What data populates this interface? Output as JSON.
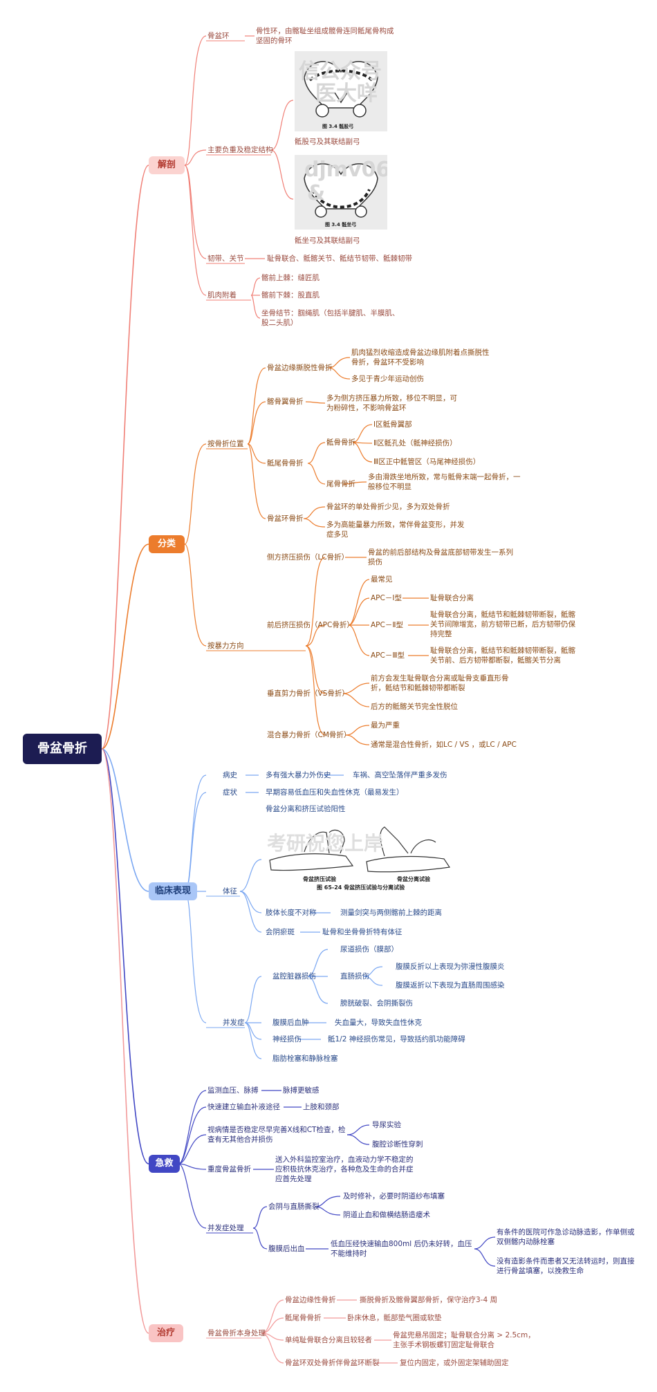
{
  "title": "骨盆骨折",
  "colors": {
    "anatomy": "#f07f76",
    "classification": "#ec7c2c",
    "clinical": "#7aa7f2",
    "emergency": "#4147c4",
    "treatment": "#f29a9a",
    "root": "#1c1c52"
  },
  "anatomy": {
    "label": "解剖",
    "pelvic_ring": "骨盆环",
    "pelvic_ring_desc": "骨性环，由髂耻坐组成髋骨连同骶尾骨构成坚固的骨环",
    "structures": "主要负重及稳定结构",
    "img1": {
      "watermark1": "信公众号",
      "watermark2": "医大咩",
      "caption": "图 3.4  骶股弓",
      "label": "骶股弓及其联结副弓"
    },
    "img2": {
      "watermark1": "djmv06",
      "watermark2": "&",
      "caption": "图 3.4  骶坐弓",
      "label": "骶坐弓及其联结副弓"
    },
    "ligaments": "韧带、关节",
    "ligaments_desc": "耻骨联合、骶髂关节、骶结节韧带、骶棘韧带",
    "muscles": "肌肉附着",
    "m1": "髂前上棘：缝匠肌",
    "m2": "髂前下棘：股直肌",
    "m3": "坐骨结节：腘绳肌（包括半腱肌、半膜肌、股二头肌）"
  },
  "classification": {
    "label": "分类",
    "by_location": "按骨折位置",
    "avulsion": "骨盆边缘撕脱性骨折",
    "avulsion_1": "肌肉猛烈收缩造成骨盆边缘肌附着点撕脱性骨折，骨盆环不受影响",
    "avulsion_2": "多见于青少年运动创伤",
    "iliac_wing": "髂骨翼骨折",
    "iliac_wing_desc": "多为侧方挤压暴力所致，移位不明显，可为粉碎性，不影响骨盆环",
    "sacrococcygeal": "骶尾骨骨折",
    "sacral": "骶骨骨折",
    "sacral_1": "Ⅰ区骶骨翼部",
    "sacral_2": "Ⅱ区骶孔处（骶神经损伤）",
    "sacral_3": "Ⅲ区正中骶管区（马尾神经损伤）",
    "coccyx": "尾骨骨折",
    "coccyx_desc": "多由滑跌坐地所致，常与骶骨末端一起骨折，一般移位不明显",
    "ring": "骨盆环骨折",
    "ring_1": "骨盆环的单处骨折少见，多为双处骨折",
    "ring_2": "多为高能量暴力所致，常伴骨盆变形，并发症多见",
    "by_force": "按暴力方向",
    "lc": "侧方挤压损伤（LC骨折）",
    "lc_desc": "骨盆的前后部结构及骨盆底部韧带发生一系列损伤",
    "apc": "前后挤压损伤（APC骨折）",
    "apc_common": "最常见",
    "apc1": "APC－Ⅰ型",
    "apc1_desc": "耻骨联合分离",
    "apc2": "APC－Ⅱ型",
    "apc2_desc": "耻骨联合分离，骶结节和骶棘韧带断裂，骶髂关节间隙增宽，前方韧带已断，后方韧带仍保持完整",
    "apc3": "APC－Ⅲ型",
    "apc3_desc": "耻骨联合分离，骶结节和骶棘韧带断裂，骶髂关节前、后方韧带都断裂，骶髂关节分离",
    "vs": "垂直剪力骨折（VS骨折）",
    "vs_1": "前方会发生耻骨联合分离或耻骨支垂直形骨折，骶结节和骶棘韧带都断裂",
    "vs_2": "后方的骶髂关节完全性脱位",
    "cm": "混合暴力骨折（CM骨折）",
    "cm_1": "最为严重",
    "cm_2": "通常是混合性骨折，如LC / VS ，或LC / APC"
  },
  "clinical": {
    "label": "临床表现",
    "history": "病史",
    "history_desc": "多有强大暴力外伤史",
    "history_detail": "车祸、高空坠落伴严重多发伤",
    "symptom": "症状",
    "symptom_desc": "早期容易低血压和失血性休克（最易发生）",
    "sign": "体征",
    "sign_test": "骨盆分离和挤压试验阳性",
    "img3": {
      "watermark": "考研祝您上岸",
      "cap1": "骨盆挤压试验",
      "cap2": "骨盆分离试验",
      "cap3": "图 65-24   骨盆挤压试验与分离试验"
    },
    "limb": "肢体长度不对称",
    "limb_desc": "测量剑突与两侧髂前上棘的距离",
    "perineum": "会阴瘀斑",
    "perineum_desc": "耻骨和坐骨骨折特有体征",
    "complication": "并发症",
    "organ": "盆腔脏器损伤",
    "urethra": "尿道损伤（膜部）",
    "rectum": "直肠损伤",
    "rectum_1": "腹膜反折以上表现为弥漫性腹膜炎",
    "rectum_2": "腹膜返折以下表现为直肠周围感染",
    "bladder": "膀胱破裂、会阴撕裂伤",
    "hematoma": "腹膜后血肿",
    "hematoma_desc": "失血量大，导致失血性休克",
    "nerve": "神经损伤",
    "nerve_desc": "骶1/2 神经损伤常见，导致括约肌功能障碍",
    "embolism": "脂肪栓塞和静脉栓塞"
  },
  "emergency": {
    "label": "急救",
    "monitor": "监测血压、脉搏",
    "monitor_desc": "脉搏更敏感",
    "transfusion": "快速建立输血补液途径",
    "transfusion_desc": "上肢和颈部",
    "exam": "视病情是否稳定尽早完善X线和CT检查，检查有无其他合并损伤",
    "exam_1": "导尿实验",
    "exam_2": "腹腔诊断性穿刺",
    "severe": "重度骨盆骨折",
    "severe_desc": "送入外科监控室治疗，血液动力学不稳定的应积极抗休克治疗，各种危及生命的合并症应首先处理",
    "comp": "并发症处理",
    "perineal": "会阴与直肠撕裂",
    "perineal_1": "及时修补，必要时阴道纱布填塞",
    "perineal_2": "阴道止血和做横结肠造瘘术",
    "retro": "腹膜后出血",
    "retro_desc": "低血压经快速输血800ml 后仍未好转，血压不能维持时",
    "retro_1": "有条件的医院可作急诊动脉造影，作单侧或双侧髂内动脉栓塞",
    "retro_2": "没有造影条件而患者又无法转运时，则直接进行骨盆填塞，以挽救生命"
  },
  "treatment": {
    "label": "治疗",
    "self": "骨盆骨折本身处理",
    "edge": "骨盆边缘性骨折",
    "edge_desc": "撕脱骨折及髂骨翼部骨折，保守治疗3-4 周",
    "sacro": "骶尾骨骨折",
    "sacro_desc": "卧床休息，骶部垫气圈或软垫",
    "pubic": "单纯耻骨联合分离且较轻者",
    "pubic_desc": "骨盆兜悬吊固定；耻骨联合分离 > 2.5cm，主张手术钢板螺钉固定耻骨联合",
    "double": "骨盆环双处骨折伴骨盆环断裂",
    "double_desc": "复位内固定，或外固定架辅助固定"
  }
}
